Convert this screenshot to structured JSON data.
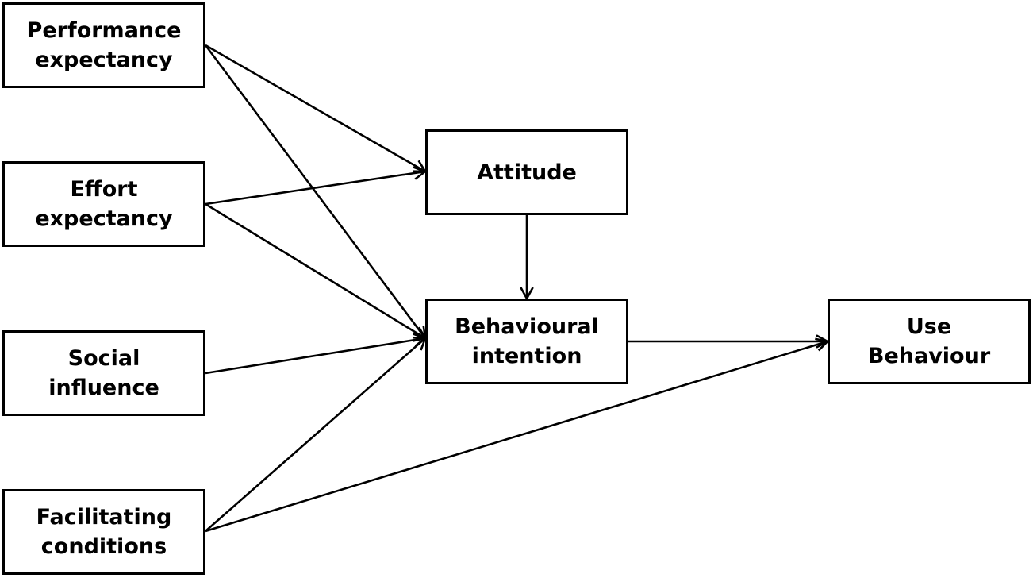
{
  "diagram": {
    "nodes": {
      "performance_expectancy": "Performance\nexpectancy",
      "effort_expectancy": "Effort\nexpectancy",
      "social_influence": "Social\ninfluence",
      "facilitating_conditions": "Facilitating\nconditions",
      "attitude": "Attitude",
      "behavioural_intention": "Behavioural\nintention",
      "use_behaviour": "Use\nBehaviour"
    },
    "edges": [
      {
        "from": "performance_expectancy",
        "to": "attitude"
      },
      {
        "from": "performance_expectancy",
        "to": "behavioural_intention"
      },
      {
        "from": "effort_expectancy",
        "to": "attitude"
      },
      {
        "from": "effort_expectancy",
        "to": "behavioural_intention"
      },
      {
        "from": "social_influence",
        "to": "behavioural_intention"
      },
      {
        "from": "facilitating_conditions",
        "to": "behavioural_intention"
      },
      {
        "from": "facilitating_conditions",
        "to": "use_behaviour"
      },
      {
        "from": "attitude",
        "to": "behavioural_intention"
      },
      {
        "from": "behavioural_intention",
        "to": "use_behaviour"
      }
    ],
    "line_color": "#000000"
  }
}
